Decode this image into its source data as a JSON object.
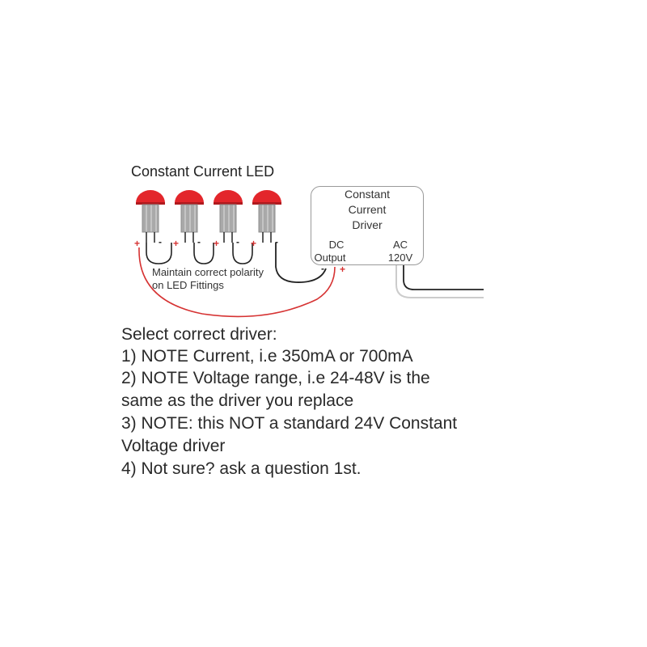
{
  "diagram": {
    "title": "Constant Current LED",
    "polarity_note": [
      "Maintain correct polarity",
      "on LED Fittings"
    ],
    "driver": {
      "title_lines": [
        "Constant",
        "Current",
        "Driver"
      ],
      "dc_label": [
        "DC",
        "Output"
      ],
      "ac_label": [
        "AC",
        "120V"
      ]
    },
    "plus": "+",
    "minus": "-",
    "colors": {
      "led_cap": "#e3262b",
      "led_body": "#a8a8a8",
      "pos_wire": "#d63333",
      "neg_wire": "#222222",
      "ac_wire_gray": "#cccccc"
    }
  },
  "instructions": [
    "Select correct driver:",
    "1) NOTE Current, i.e 350mA or 700mA",
    "2) NOTE Voltage range, i.e 24-48V is the",
    "same as the driver you replace",
    "3) NOTE: this NOT a standard 24V Constant",
    "Voltage driver",
    "4) Not sure?  ask a question 1st."
  ]
}
